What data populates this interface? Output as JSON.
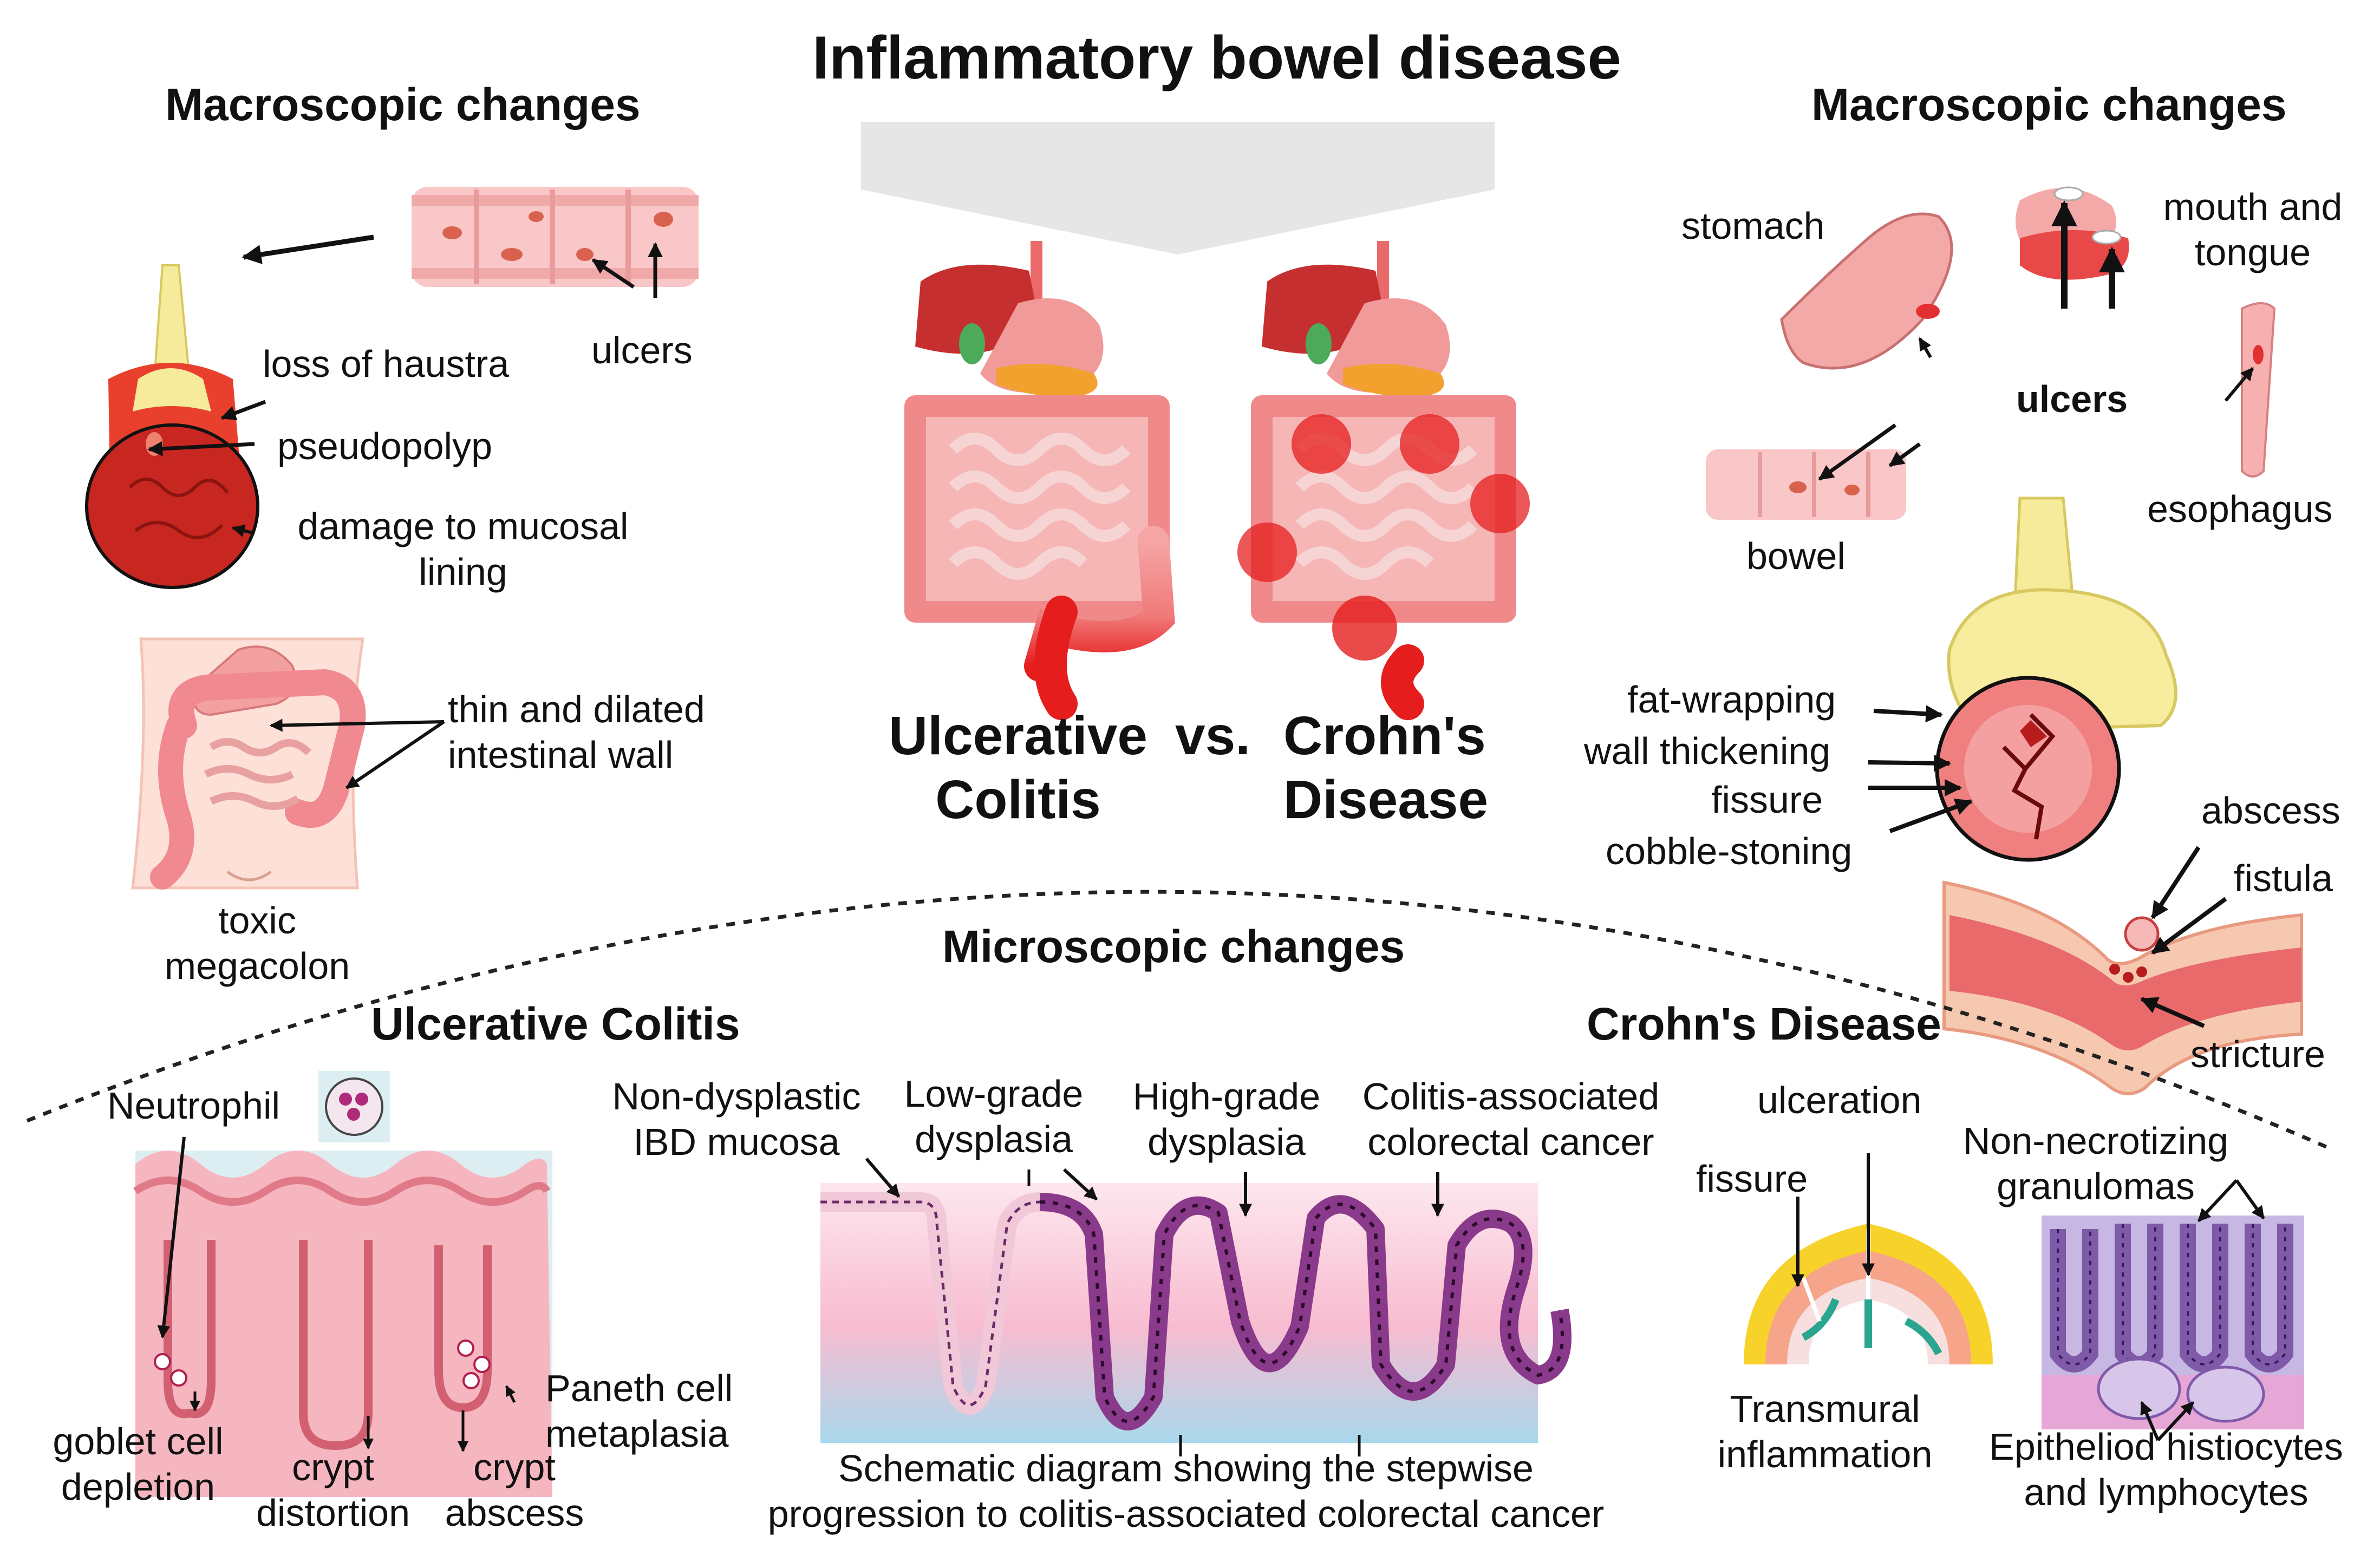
{
  "title": "Inflammatory bowel disease",
  "left": {
    "heading": "Macroscopic changes",
    "labels": {
      "ulcers": "ulcers",
      "loss_of_haustra": "loss of haustra",
      "pseudopolyp": "pseudopolyp",
      "mucosal_1": "damage to mucosal",
      "mucosal_2": "lining",
      "dilated_1": "thin and dilated",
      "dilated_2": "intestinal wall",
      "megacolon_1": "toxic",
      "megacolon_2": "megacolon"
    }
  },
  "center": {
    "uc_1": "Ulcerative",
    "uc_2": "Colitis",
    "vs": "vs.",
    "cd_1": "Crohn's",
    "cd_2": "Disease"
  },
  "right": {
    "heading": "Macroscopic changes",
    "labels": {
      "stomach": "stomach",
      "mouth_1": "mouth and",
      "mouth_2": "tongue",
      "ulcers": "ulcers",
      "esophagus": "esophagus",
      "bowel": "bowel",
      "fat_wrapping": "fat-wrapping",
      "wall_thickening": "wall thickening",
      "fissure": "fissure",
      "cobble": "cobble-stoning",
      "abscess": "abscess",
      "fistula": "fistula",
      "stricture": "stricture"
    }
  },
  "micro": {
    "heading": "Microscopic changes",
    "uc_heading": "Ulcerative Colitis",
    "cd_heading": "Crohn's Disease",
    "uc_labels": {
      "neutrophil": "Neutrophil",
      "goblet_1": "goblet cell",
      "goblet_2": "depletion",
      "crypt_d1": "crypt",
      "crypt_d2": "distortion",
      "crypt_a1": "crypt",
      "crypt_a2": "abscess",
      "paneth_1": "Paneth cell",
      "paneth_2": "metaplasia"
    },
    "stages": {
      "s1_1": "Non-dysplastic",
      "s1_2": "IBD mucosa",
      "s2_1": "Low-grade",
      "s2_2": "dysplasia",
      "s3_1": "High-grade",
      "s3_2": "dysplasia",
      "s4_1": "Colitis-associated",
      "s4_2": "colorectal cancer",
      "caption_1": "Schematic diagram showing the stepwise",
      "caption_2": "progression to colitis-associated colorectal cancer"
    },
    "cd_labels": {
      "ulceration": "ulceration",
      "fissure": "fissure",
      "granulomas_1": "Non-necrotizing",
      "granulomas_2": "granulomas",
      "transmural_1": "Transmural",
      "transmural_2": "inflammation",
      "epithelioid_1": "Epitheliod histiocytes",
      "epithelioid_2": "and lymphocytes"
    }
  },
  "colors": {
    "arrow": "#111111",
    "pink": "#f4a0a0",
    "red": "#e33a3a",
    "dark_red": "#b8201e",
    "fat_yellow": "#f6eb9a",
    "crypt_pink": "#f7b8c4",
    "dysplasia_purple": "#8a3a8a",
    "histology_purple": "#b9a6d6",
    "sky": "#aee0ee"
  }
}
